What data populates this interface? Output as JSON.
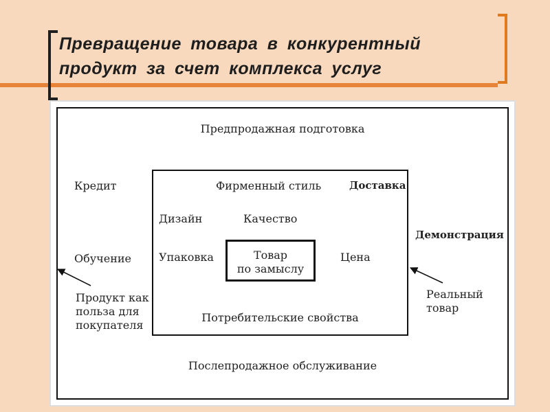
{
  "title": "Превращение товара в конкурентный продукт за счет комплекса услуг",
  "diagram": {
    "outer_top": "Предпродажная подготовка",
    "outer_bottom": "Послепродажное обслуживание",
    "credit": "Кредит",
    "delivery": "Доставка",
    "demonstration": "Демонстрация",
    "training": "Обучение",
    "benefit_note": [
      "Продукт как",
      "польза для",
      "покупателя"
    ],
    "real_note": [
      "Реальный",
      "товар"
    ],
    "brand_style": "Фирменный стиль",
    "design": "Дизайн",
    "quality": "Качество",
    "packaging": "Упаковка",
    "price": "Цена",
    "consumer_props": "Потребительские свойства",
    "core": [
      "Товар",
      "по замыслу"
    ]
  },
  "colors": {
    "background": "#f8d9bd",
    "accent": "#e8833a",
    "bracket_dark": "#1f1f1f"
  }
}
